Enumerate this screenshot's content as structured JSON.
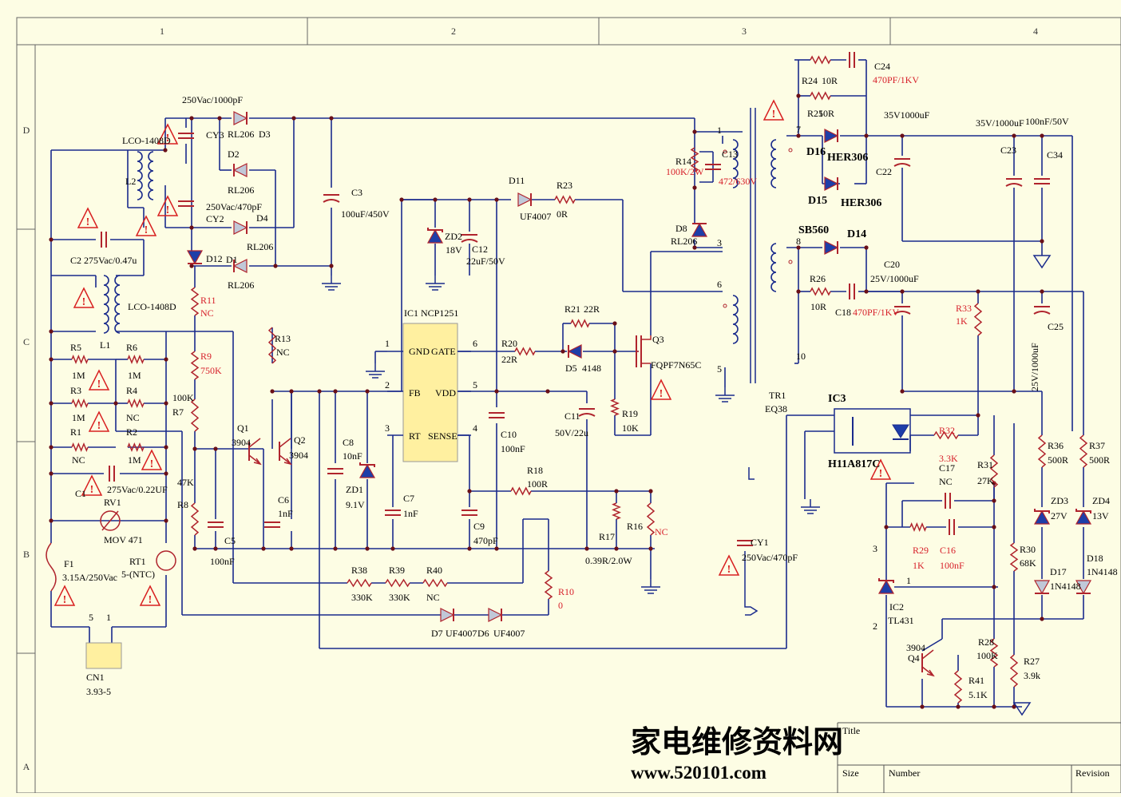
{
  "frame": {
    "columns": [
      "1",
      "2",
      "3",
      "4"
    ],
    "rows": [
      "D",
      "C",
      "B",
      "A"
    ]
  },
  "title_block": {
    "title_label": "Title",
    "size_label": "Size",
    "number_label": "Number",
    "revision_label": "Revision"
  },
  "watermark": {
    "chinese": "家电维修资料网",
    "url": "www.520101.com"
  },
  "colors": {
    "background": "#fdfde4",
    "wire": "#1a2b8c",
    "component": "#b0242d",
    "frame": "#666666",
    "label": "#000000",
    "value_red": "#d7202a",
    "diode_fill": "#1e3ea8",
    "ic_fill": "#fff0a0",
    "warning_fill": "#d82020",
    "connector_fill": "#fff0a0"
  },
  "labels": [
    {
      "id": "cy3-val",
      "text": "250Vac/1000pF"
    },
    {
      "id": "cy3",
      "text": "CY3"
    },
    {
      "id": "lco1",
      "text": "LCO-1408D"
    },
    {
      "id": "l2",
      "text": "L2"
    },
    {
      "id": "d3-rl",
      "text": "RL206"
    },
    {
      "id": "d3",
      "text": "D3"
    },
    {
      "id": "d2",
      "text": "D2"
    },
    {
      "id": "d2-rl",
      "text": "RL206"
    },
    {
      "id": "cy2-val",
      "text": "250Vac/470pF"
    },
    {
      "id": "cy2",
      "text": "CY2"
    },
    {
      "id": "d4",
      "text": "D4"
    },
    {
      "id": "d4-rl",
      "text": "RL206"
    },
    {
      "id": "d1",
      "text": "D1"
    },
    {
      "id": "d1-rl",
      "text": "RL206"
    },
    {
      "id": "c2",
      "text": "C2 275Vac/0.47u"
    },
    {
      "id": "d12",
      "text": "D12"
    },
    {
      "id": "c3",
      "text": "C3"
    },
    {
      "id": "c3-val",
      "text": "100uF/450V"
    },
    {
      "id": "lco2",
      "text": "LCO-1408D"
    },
    {
      "id": "l1",
      "text": "L1"
    },
    {
      "id": "r11",
      "text": "R11"
    },
    {
      "id": "r11-v",
      "text": "NC"
    },
    {
      "id": "r9",
      "text": "R9"
    },
    {
      "id": "r9-v",
      "text": "750K"
    },
    {
      "id": "r5",
      "text": "R5"
    },
    {
      "id": "r5-v",
      "text": "1M"
    },
    {
      "id": "r6",
      "text": "R6"
    },
    {
      "id": "r6-v",
      "text": "1M"
    },
    {
      "id": "r3",
      "text": "R3"
    },
    {
      "id": "r3-v",
      "text": "1M"
    },
    {
      "id": "r4",
      "text": "R4"
    },
    {
      "id": "r4-v",
      "text": "NC"
    },
    {
      "id": "r1",
      "text": "R1"
    },
    {
      "id": "r1-v",
      "text": "NC"
    },
    {
      "id": "r2",
      "text": "R2"
    },
    {
      "id": "r2-v",
      "text": "1M"
    },
    {
      "id": "r7-v",
      "text": "100K"
    },
    {
      "id": "r7",
      "text": "R7"
    },
    {
      "id": "c1",
      "text": "C1"
    },
    {
      "id": "c1-v",
      "text": "275Vac/0.22UF"
    },
    {
      "id": "rv1",
      "text": "RV1"
    },
    {
      "id": "mov",
      "text": "MOV 471"
    },
    {
      "id": "r8-v",
      "text": "47K"
    },
    {
      "id": "r8",
      "text": "R8"
    },
    {
      "id": "f1",
      "text": "F1"
    },
    {
      "id": "f1-v",
      "text": "3.15A/250Vac"
    },
    {
      "id": "rt1",
      "text": "RT1"
    },
    {
      "id": "rt1-v",
      "text": "5-(NTC)"
    },
    {
      "id": "cn1-5",
      "text": "5"
    },
    {
      "id": "cn1-1",
      "text": "1"
    },
    {
      "id": "cn1",
      "text": "CN1"
    },
    {
      "id": "cn1-v",
      "text": "3.93-5"
    },
    {
      "id": "q1",
      "text": "Q1"
    },
    {
      "id": "q1-v",
      "text": "3904"
    },
    {
      "id": "q2",
      "text": "Q2"
    },
    {
      "id": "q2-v",
      "text": "3904"
    },
    {
      "id": "r13",
      "text": "R13"
    },
    {
      "id": "r13-v",
      "text": "NC"
    },
    {
      "id": "c6",
      "text": "C6"
    },
    {
      "id": "c6-v",
      "text": "1nF"
    },
    {
      "id": "c5",
      "text": "C5"
    },
    {
      "id": "c5-v",
      "text": "100nF"
    },
    {
      "id": "d11",
      "text": "D11"
    },
    {
      "id": "d11-v",
      "text": "UF4007"
    },
    {
      "id": "r23",
      "text": "R23"
    },
    {
      "id": "r23-v",
      "text": "0R"
    },
    {
      "id": "zd2",
      "text": "ZD2"
    },
    {
      "id": "zd2-v",
      "text": "18V"
    },
    {
      "id": "c12",
      "text": "C12"
    },
    {
      "id": "c12-v",
      "text": "22uF/50V"
    },
    {
      "id": "ic1",
      "text": "IC1 NCP1251"
    },
    {
      "id": "ic1-gnd",
      "text": "GND"
    },
    {
      "id": "ic1-gate",
      "text": "GATE"
    },
    {
      "id": "ic1-fb",
      "text": "FB"
    },
    {
      "id": "ic1-vdd",
      "text": "VDD"
    },
    {
      "id": "ic1-rt",
      "text": "RT"
    },
    {
      "id": "ic1-sense",
      "text": "SENSE"
    },
    {
      "id": "pin1",
      "text": "1"
    },
    {
      "id": "pin6",
      "text": "6"
    },
    {
      "id": "pin2",
      "text": "2"
    },
    {
      "id": "pin5",
      "text": "5"
    },
    {
      "id": "pin3",
      "text": "3"
    },
    {
      "id": "pin4",
      "text": "4"
    },
    {
      "id": "c8",
      "text": "C8"
    },
    {
      "id": "c8-v",
      "text": "10nF"
    },
    {
      "id": "zd1",
      "text": "ZD1"
    },
    {
      "id": "zd1-v",
      "text": "9.1V"
    },
    {
      "id": "c7",
      "text": "C7"
    },
    {
      "id": "c7-v",
      "text": "1nF"
    },
    {
      "id": "c9",
      "text": "C9"
    },
    {
      "id": "c9-v",
      "text": "470pF"
    },
    {
      "id": "c10",
      "text": "C10"
    },
    {
      "id": "c10-v",
      "text": "100nF"
    },
    {
      "id": "r20",
      "text": "R20"
    },
    {
      "id": "r20-v",
      "text": "22R"
    },
    {
      "id": "r21",
      "text": "R21"
    },
    {
      "id": "r21-v",
      "text": "22R"
    },
    {
      "id": "d5",
      "text": "D5"
    },
    {
      "id": "d5-v",
      "text": "4148"
    },
    {
      "id": "q3",
      "text": "Q3"
    },
    {
      "id": "q3-v",
      "text": "FQPF7N65C"
    },
    {
      "id": "c11",
      "text": "C11"
    },
    {
      "id": "c11-v",
      "text": "50V/22u"
    },
    {
      "id": "r19",
      "text": "R19"
    },
    {
      "id": "r19-v",
      "text": "10K"
    },
    {
      "id": "r18",
      "text": "R18"
    },
    {
      "id": "r18-v",
      "text": "100R"
    },
    {
      "id": "r17",
      "text": "R17"
    },
    {
      "id": "r16",
      "text": "R16"
    },
    {
      "id": "r16-v",
      "text": "NC"
    },
    {
      "id": "r1617-v",
      "text": "0.39R/2.0W"
    },
    {
      "id": "r38",
      "text": "R38"
    },
    {
      "id": "r38-v",
      "text": "330K"
    },
    {
      "id": "r39",
      "text": "R39"
    },
    {
      "id": "r39-v",
      "text": "330K"
    },
    {
      "id": "r40",
      "text": "R40"
    },
    {
      "id": "r40-v",
      "text": "NC"
    },
    {
      "id": "r10",
      "text": "R10"
    },
    {
      "id": "r10-v",
      "text": "0"
    },
    {
      "id": "d7",
      "text": "D7"
    },
    {
      "id": "d7-v",
      "text": "UF4007"
    },
    {
      "id": "d6",
      "text": "D6"
    },
    {
      "id": "d6-v",
      "text": "UF4007"
    },
    {
      "id": "r14",
      "text": "R14"
    },
    {
      "id": "r14-v",
      "text": "100K/2W"
    },
    {
      "id": "c13",
      "text": "C13"
    },
    {
      "id": "c13-v",
      "text": "472/630V"
    },
    {
      "id": "d8",
      "text": "D8"
    },
    {
      "id": "d8-v",
      "text": "RL206"
    },
    {
      "id": "tr-1",
      "text": "1"
    },
    {
      "id": "tr-3",
      "text": "3"
    },
    {
      "id": "tr-6",
      "text": "6"
    },
    {
      "id": "tr-5",
      "text": "5"
    },
    {
      "id": "tr-7",
      "text": "7"
    },
    {
      "id": "tr-8",
      "text": "8"
    },
    {
      "id": "tr-10",
      "text": "10"
    },
    {
      "id": "tr1",
      "text": "TR1"
    },
    {
      "id": "tr1-v",
      "text": "EQ38"
    },
    {
      "id": "cy1",
      "text": "CY1"
    },
    {
      "id": "cy1-v",
      "text": "250Vac/470pF"
    },
    {
      "id": "r24",
      "text": "R24"
    },
    {
      "id": "r24-v",
      "text": "10R"
    },
    {
      "id": "c24",
      "text": "C24"
    },
    {
      "id": "c24-v",
      "text": "470PF/1KV"
    },
    {
      "id": "r25",
      "text": "R25"
    },
    {
      "id": "r25-v",
      "text": "10R"
    },
    {
      "id": "c-35v",
      "text": "35V1000uF"
    },
    {
      "id": "c-35v2",
      "text": "35V/1000uF"
    },
    {
      "id": "c-100n",
      "text": "100nF/50V"
    },
    {
      "id": "d16",
      "text": "D16"
    },
    {
      "id": "d16-v",
      "text": "HER306"
    },
    {
      "id": "d15",
      "text": "D15"
    },
    {
      "id": "d15-v",
      "text": "HER306"
    },
    {
      "id": "c22",
      "text": "C22"
    },
    {
      "id": "c23",
      "text": "C23"
    },
    {
      "id": "c34",
      "text": "C34"
    },
    {
      "id": "sb560",
      "text": "SB560"
    },
    {
      "id": "d14",
      "text": "D14"
    },
    {
      "id": "c20",
      "text": "C20"
    },
    {
      "id": "c20-v",
      "text": "25V/1000uF"
    },
    {
      "id": "r26",
      "text": "R26"
    },
    {
      "id": "r26-v",
      "text": "10R"
    },
    {
      "id": "c18",
      "text": "C18"
    },
    {
      "id": "c18-v",
      "text": "470PF/1KV"
    },
    {
      "id": "r33",
      "text": "R33"
    },
    {
      "id": "r33-v",
      "text": "1K"
    },
    {
      "id": "c25",
      "text": "C25"
    },
    {
      "id": "c25-v",
      "text": "25V/1000uF"
    },
    {
      "id": "ic3",
      "text": "IC3"
    },
    {
      "id": "ic3-v",
      "text": "H11A817C"
    },
    {
      "id": "r32",
      "text": "R32"
    },
    {
      "id": "r32-v",
      "text": "3.3K"
    },
    {
      "id": "c17",
      "text": "C17"
    },
    {
      "id": "c17-v",
      "text": "NC"
    },
    {
      "id": "r31",
      "text": "R31"
    },
    {
      "id": "r31-v",
      "text": "27K"
    },
    {
      "id": "r36",
      "text": "R36"
    },
    {
      "id": "r36-v",
      "text": "500R"
    },
    {
      "id": "r37",
      "text": "R37"
    },
    {
      "id": "r37-v",
      "text": "500R"
    },
    {
      "id": "zd3",
      "text": "ZD3"
    },
    {
      "id": "zd3-v",
      "text": "27V"
    },
    {
      "id": "zd4",
      "text": "ZD4"
    },
    {
      "id": "zd4-v",
      "text": "13V"
    },
    {
      "id": "r29",
      "text": "R29"
    },
    {
      "id": "r29-v",
      "text": "1K"
    },
    {
      "id": "c16",
      "text": "C16"
    },
    {
      "id": "c16-v",
      "text": "100nF"
    },
    {
      "id": "r30",
      "text": "R30"
    },
    {
      "id": "r30-v",
      "text": "68K"
    },
    {
      "id": "d17",
      "text": "D17"
    },
    {
      "id": "d17-v",
      "text": "1N4148"
    },
    {
      "id": "d18",
      "text": "D18"
    },
    {
      "id": "d18-v",
      "text": "1N4148"
    },
    {
      "id": "ic2-3",
      "text": "3"
    },
    {
      "id": "ic2-1",
      "text": "1"
    },
    {
      "id": "ic2-2",
      "text": "2"
    },
    {
      "id": "ic2",
      "text": "IC2"
    },
    {
      "id": "ic2-v",
      "text": "TL431"
    },
    {
      "id": "q4-v",
      "text": "3904"
    },
    {
      "id": "q4",
      "text": "Q4"
    },
    {
      "id": "r28",
      "text": "R28"
    },
    {
      "id": "r28-v",
      "text": "100K"
    },
    {
      "id": "r27",
      "text": "R27"
    },
    {
      "id": "r27-v",
      "text": "3.9k"
    },
    {
      "id": "r41",
      "text": "R41"
    },
    {
      "id": "r41-v",
      "text": "5.1K"
    }
  ]
}
